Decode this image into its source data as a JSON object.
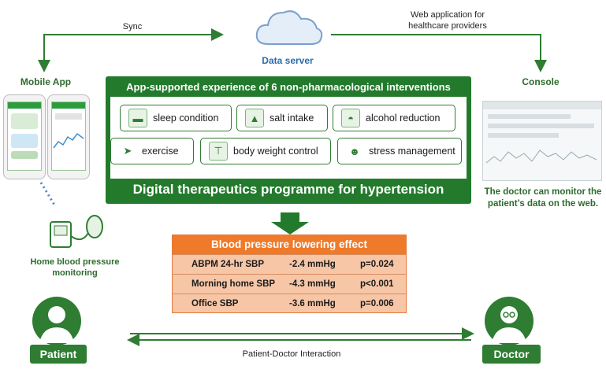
{
  "top": {
    "sync": "Sync",
    "data_server": "Data server",
    "web_app": "Web application for\nhealthcare providers"
  },
  "left": {
    "mobile_app": "Mobile App",
    "home_bp": "Home blood pressure\nmonitoring"
  },
  "right": {
    "console": "Console",
    "doctor_caption": "The doctor can monitor the\npatient’s data on the web."
  },
  "panel": {
    "title": "App-supported experience of 6 non-pharmacological interventions",
    "interventions": [
      {
        "label": "sleep condition",
        "icon": "bed-icon"
      },
      {
        "label": "salt intake",
        "icon": "salt-shaker-icon"
      },
      {
        "label": "alcohol reduction",
        "icon": "glass-icon"
      },
      {
        "label": "exercise",
        "icon": "running-icon"
      },
      {
        "label": "body weight control",
        "icon": "scale-icon"
      },
      {
        "label": "stress management",
        "icon": "stress-icon"
      }
    ],
    "footer": "Digital therapeutics programme for hypertension"
  },
  "bp": {
    "title": "Blood pressure lowering effect",
    "rows": [
      {
        "measure": "ABPM 24-hr SBP",
        "change": "-2.4 mmHg",
        "p": "p=0.024"
      },
      {
        "measure": "Morning home SBP",
        "change": "-4.3 mmHg",
        "p": "p<0.001"
      },
      {
        "measure": "Office SBP",
        "change": "-3.6 mmHg",
        "p": "p=0.006"
      }
    ]
  },
  "bottom": {
    "patient": "Patient",
    "doctor": "Doctor",
    "interaction": "Patient-Doctor Interaction"
  },
  "colors": {
    "green": "#237a2c",
    "orange": "#ee7a2a",
    "salmon": "#f7c6a6"
  }
}
